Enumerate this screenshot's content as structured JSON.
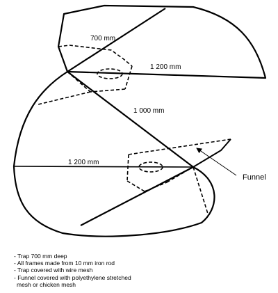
{
  "labels": {
    "dim_700": "700 mm",
    "dim_1200_top": "1 200 mm",
    "dim_1000": "1 000 mm",
    "dim_1200_bottom": "1 200 mm",
    "funnel": "Funnel"
  },
  "notes": [
    "- Trap 700 mm deep",
    "- All frames made from 10 mm iron rod",
    "- Trap covered with wire mesh",
    "- Funnel covered with polyethylene stretched",
    "  mesh or chicken mesh"
  ]
}
